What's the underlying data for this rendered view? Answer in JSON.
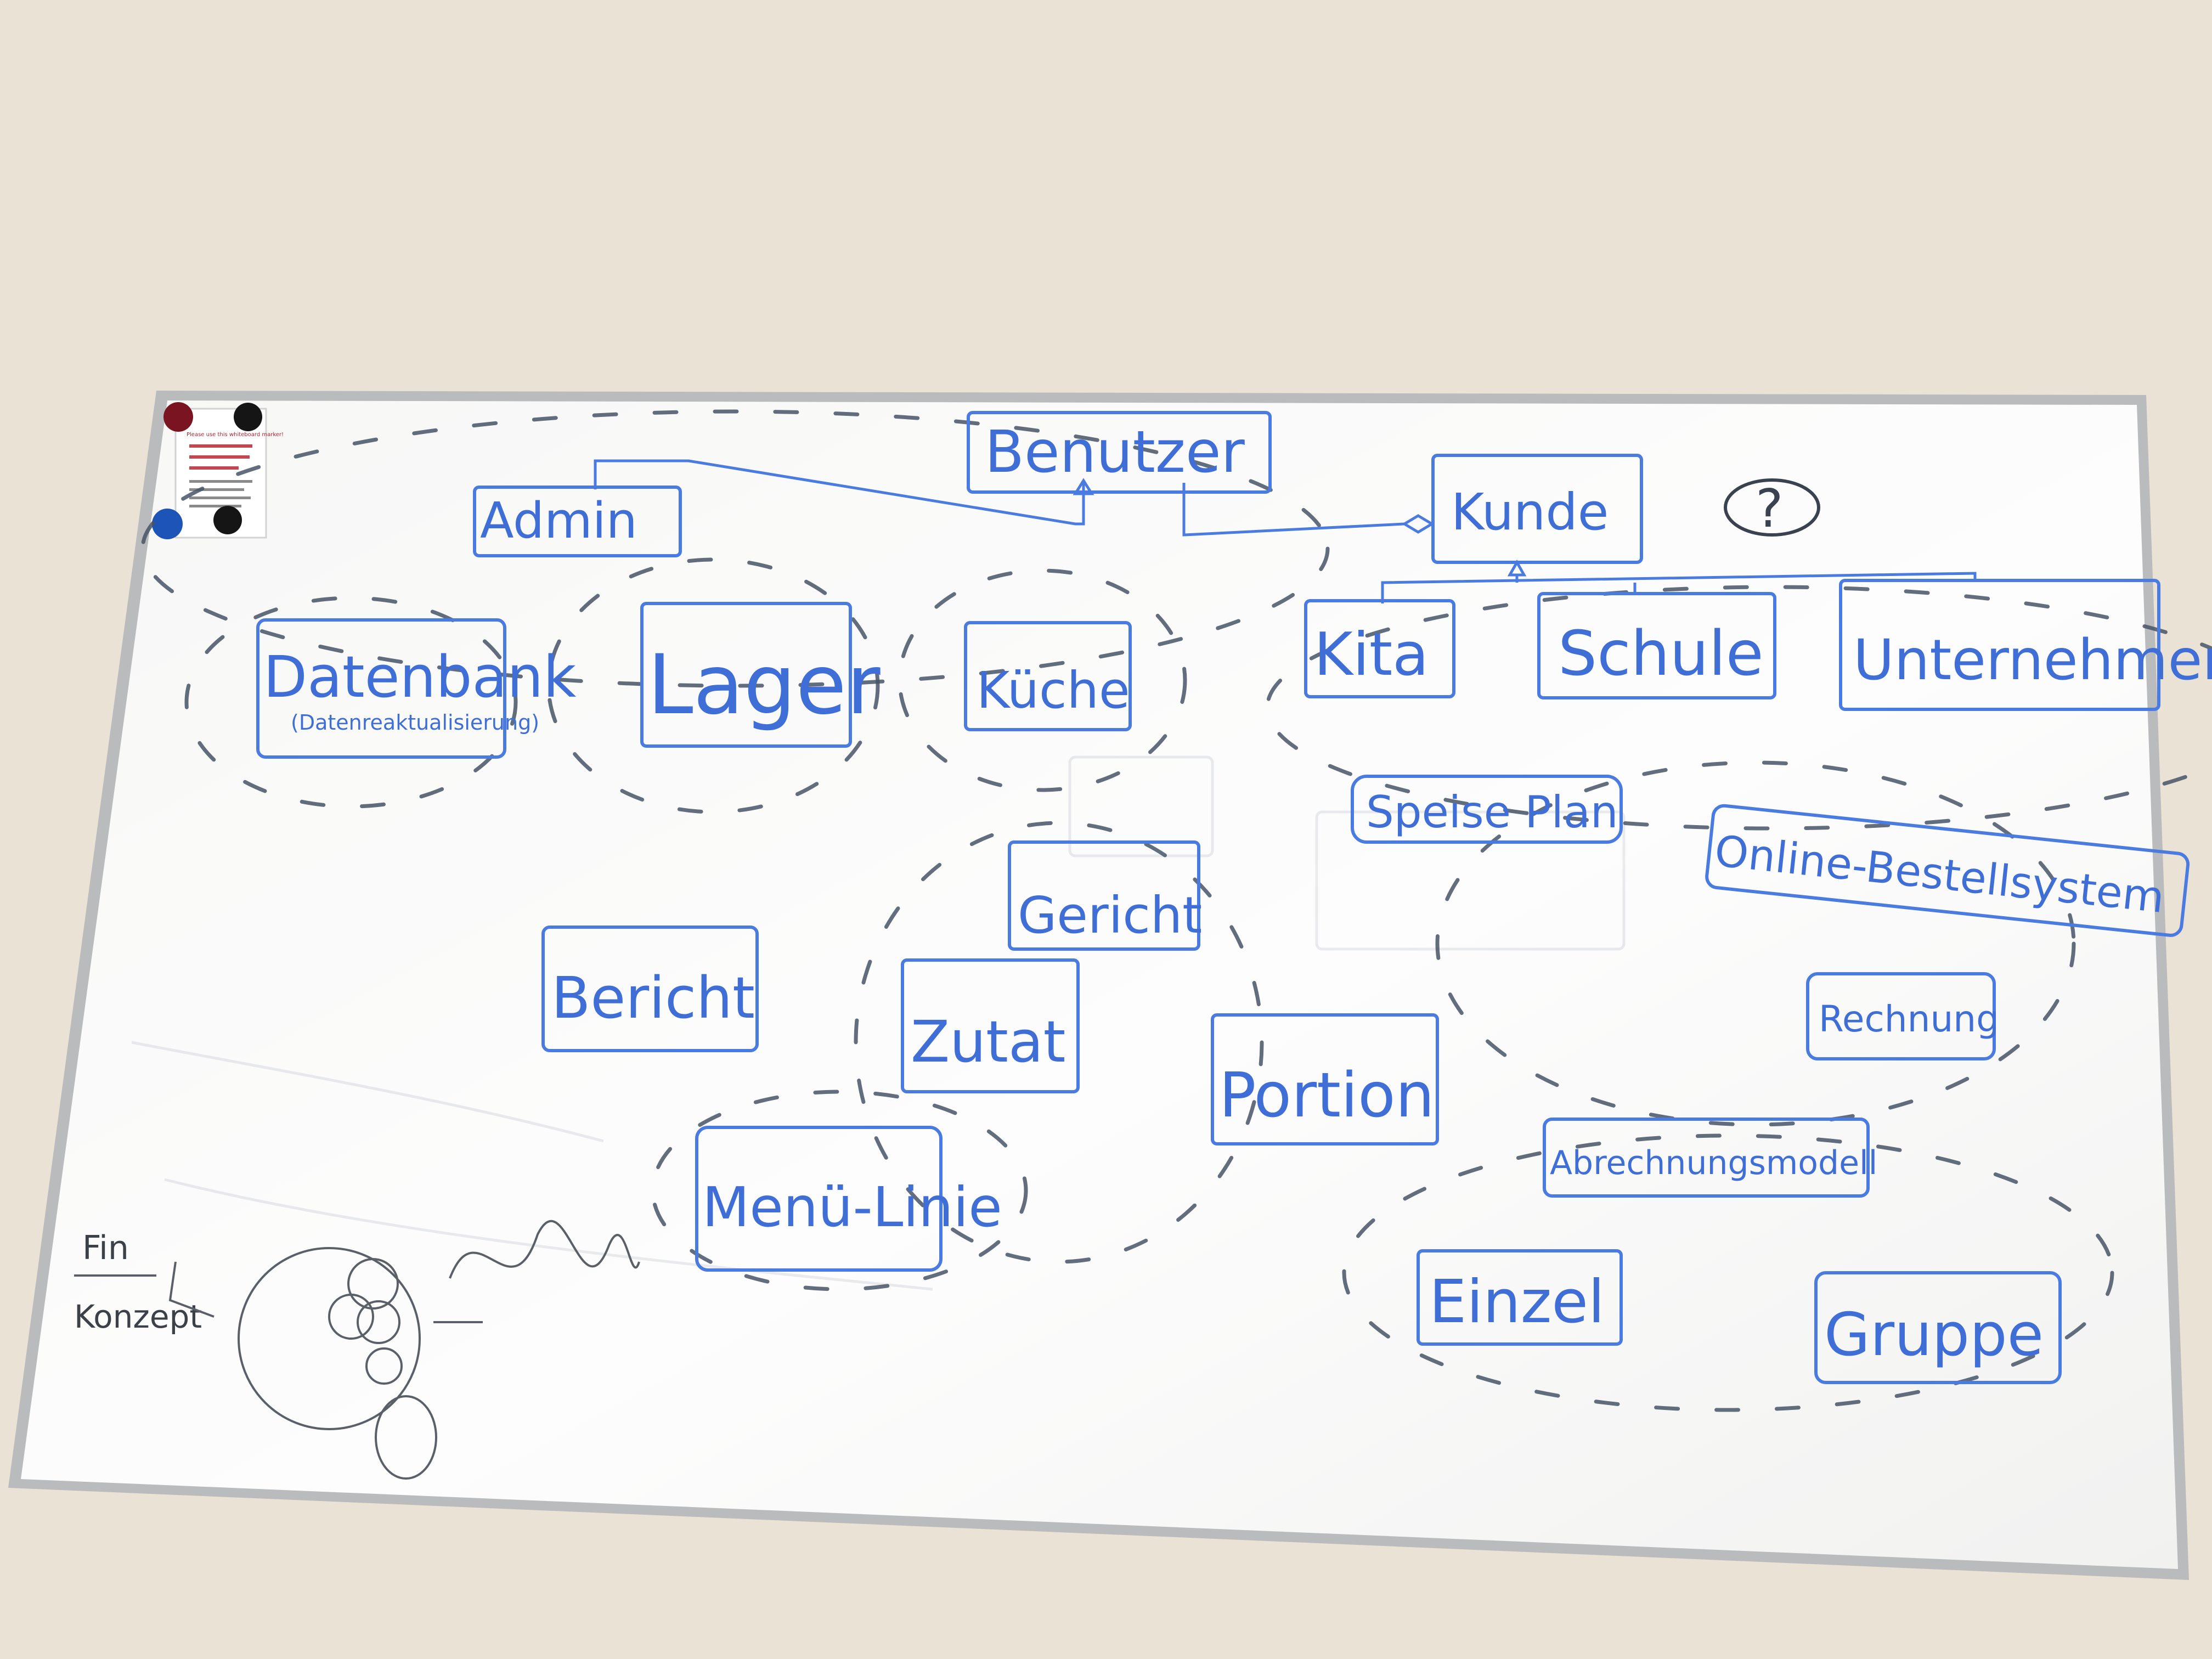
{
  "whiteboard": {
    "nodes": [
      {
        "id": "benutzer",
        "label": "Benutzer"
      },
      {
        "id": "admin",
        "label": "Admin"
      },
      {
        "id": "kunde",
        "label": "Kunde"
      },
      {
        "id": "question",
        "label": "?"
      },
      {
        "id": "datenbank",
        "label": "Datenbank",
        "sublabel": "(Datenreaktualisierung)"
      },
      {
        "id": "lager",
        "label": "Lager"
      },
      {
        "id": "kueche",
        "label": "Küche"
      },
      {
        "id": "kita",
        "label": "Kita"
      },
      {
        "id": "schule",
        "label": "Schule"
      },
      {
        "id": "unternehmen",
        "label": "Unternehmen"
      },
      {
        "id": "speiseplan",
        "label": "Speise Plan"
      },
      {
        "id": "online",
        "label": "Online-Bestellsystem"
      },
      {
        "id": "gericht",
        "label": "Gericht"
      },
      {
        "id": "bericht",
        "label": "Bericht"
      },
      {
        "id": "zutat",
        "label": "Zutat"
      },
      {
        "id": "portion",
        "label": "Portion"
      },
      {
        "id": "rechnung",
        "label": "Rechnung"
      },
      {
        "id": "abrechnung",
        "label": "Abrechnungsmodell"
      },
      {
        "id": "menue",
        "label": "Menü-Linie"
      },
      {
        "id": "einzel",
        "label": "Einzel"
      },
      {
        "id": "gruppe",
        "label": "Gruppe"
      }
    ],
    "pencil_notes": {
      "fin": "Fin",
      "konzept": "Konzept"
    },
    "sticker": {
      "title": "Please use this whiteboard marker!"
    }
  },
  "colors": {
    "marker_blue": "#3f6fd6",
    "wall": "#ebe3d6",
    "board": "#fbfbfb",
    "frame": "#b7b9bb"
  }
}
